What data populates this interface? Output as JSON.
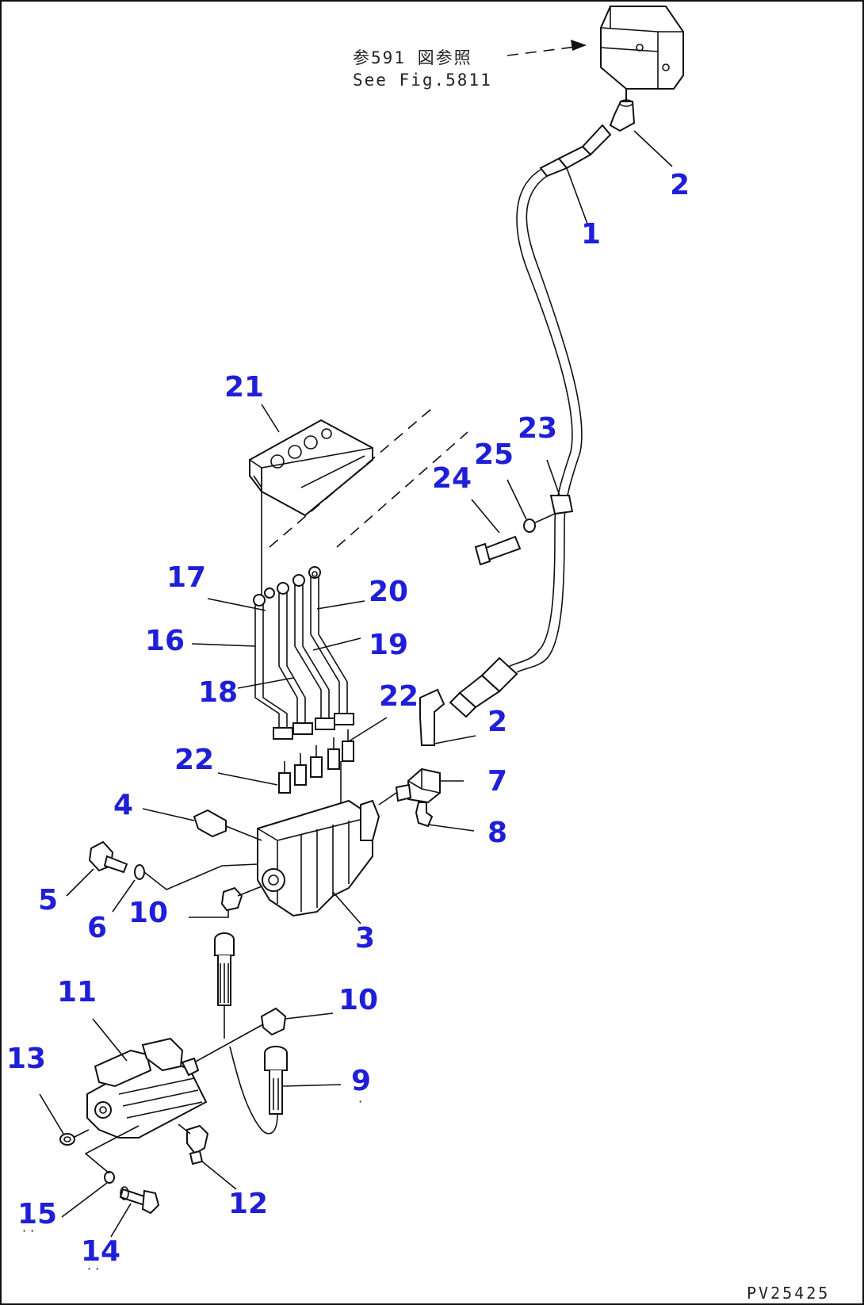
{
  "reference_note": {
    "line1": "参591 図参照",
    "line2": "See Fig.5811"
  },
  "drawing_code": "PV25425",
  "callouts": [
    {
      "id": "c1",
      "text": "1"
    },
    {
      "id": "c2a",
      "text": "2"
    },
    {
      "id": "c2b",
      "text": "2"
    },
    {
      "id": "c3",
      "text": "3"
    },
    {
      "id": "c4",
      "text": "4"
    },
    {
      "id": "c5",
      "text": "5"
    },
    {
      "id": "c6",
      "text": "6"
    },
    {
      "id": "c7",
      "text": "7"
    },
    {
      "id": "c8",
      "text": "8"
    },
    {
      "id": "c9",
      "text": "9"
    },
    {
      "id": "c10a",
      "text": "10"
    },
    {
      "id": "c10b",
      "text": "10"
    },
    {
      "id": "c11",
      "text": "11"
    },
    {
      "id": "c12",
      "text": "12"
    },
    {
      "id": "c13",
      "text": "13"
    },
    {
      "id": "c14",
      "text": "14"
    },
    {
      "id": "c15",
      "text": "15"
    },
    {
      "id": "c16",
      "text": "16"
    },
    {
      "id": "c17",
      "text": "17"
    },
    {
      "id": "c18",
      "text": "18"
    },
    {
      "id": "c19",
      "text": "19"
    },
    {
      "id": "c20",
      "text": "20"
    },
    {
      "id": "c21",
      "text": "21"
    },
    {
      "id": "c22a",
      "text": "22"
    },
    {
      "id": "c22b",
      "text": "22"
    },
    {
      "id": "c23",
      "text": "23"
    },
    {
      "id": "c24",
      "text": "24"
    },
    {
      "id": "c25",
      "text": "25"
    }
  ],
  "colors": {
    "callout": "#1f1fd8",
    "line": "#111111",
    "background": "#ffffff"
  }
}
